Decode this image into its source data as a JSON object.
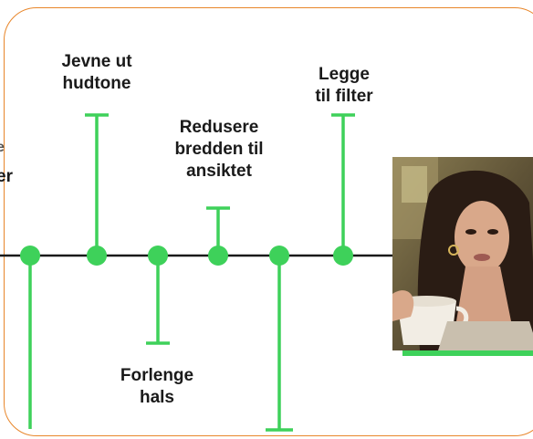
{
  "colors": {
    "accent_green": "#3ed15a",
    "frame_border": "#e8862a",
    "axis": "#1a1a1a",
    "text": "#1a1a1a"
  },
  "labels": {
    "cut_top_left_1": "e",
    "cut_top_left_2": "er",
    "jevne": "Jevne ut\nhudtone",
    "legge": "Legge\ntil filter",
    "redusere": "Redusere\nbredden til\nansiktet",
    "forlenge": "Forlenge\nhals"
  },
  "photo": {
    "description_icon": "portrait-photo"
  }
}
